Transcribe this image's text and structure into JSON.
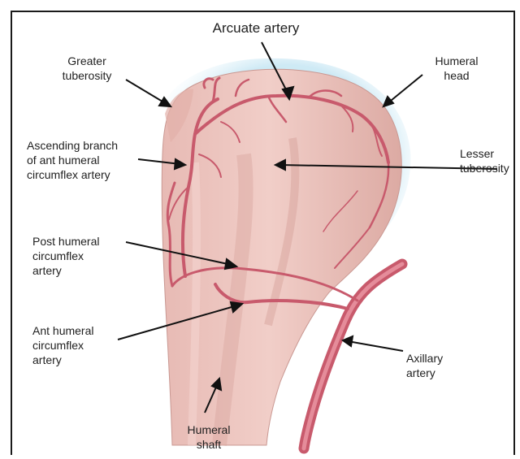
{
  "labels": {
    "arcuate_artery": "Arcuate artery",
    "greater_tuberosity": "Greater\ntuberosity",
    "humeral_head": "Humeral\nhead",
    "ascending_branch": "Ascending branch\nof ant humeral\ncircumflex artery",
    "lesser_tuberosity": "Lesser\ntuberosity",
    "post_humeral_circumflex": "Post humeral\ncircumflex\nartery",
    "ant_humeral_circumflex": "Ant humeral\ncircumflex\nartery",
    "axillary_artery": "Axillary\nartery",
    "humeral_shaft": "Humeral\nshaft"
  },
  "colors": {
    "bone_fill": "#edc7c1",
    "bone_shadow": "#d9a69f",
    "halo": "#bfe3f2",
    "artery": "#c85a6c",
    "artery_light": "#e58c9a",
    "leader": "#111111"
  }
}
